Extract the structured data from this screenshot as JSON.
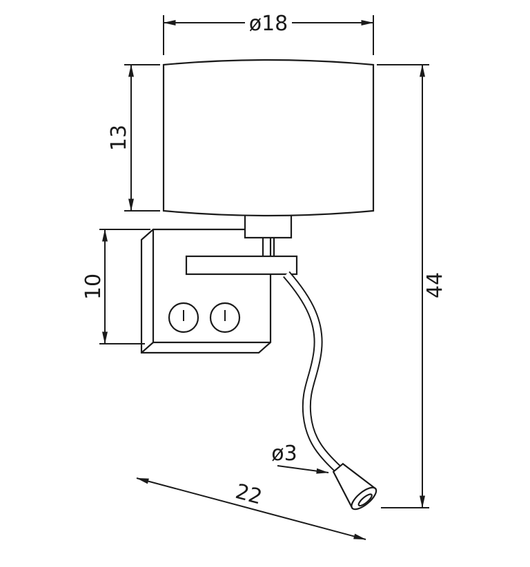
{
  "labels": {
    "shade_diameter": "ø18",
    "shade_height": "13",
    "plate_height": "10",
    "overall_height": "44",
    "led_diameter": "ø3",
    "arm_reach": "22"
  },
  "colors": {
    "line": "#1a1a1a",
    "background": "#ffffff"
  }
}
